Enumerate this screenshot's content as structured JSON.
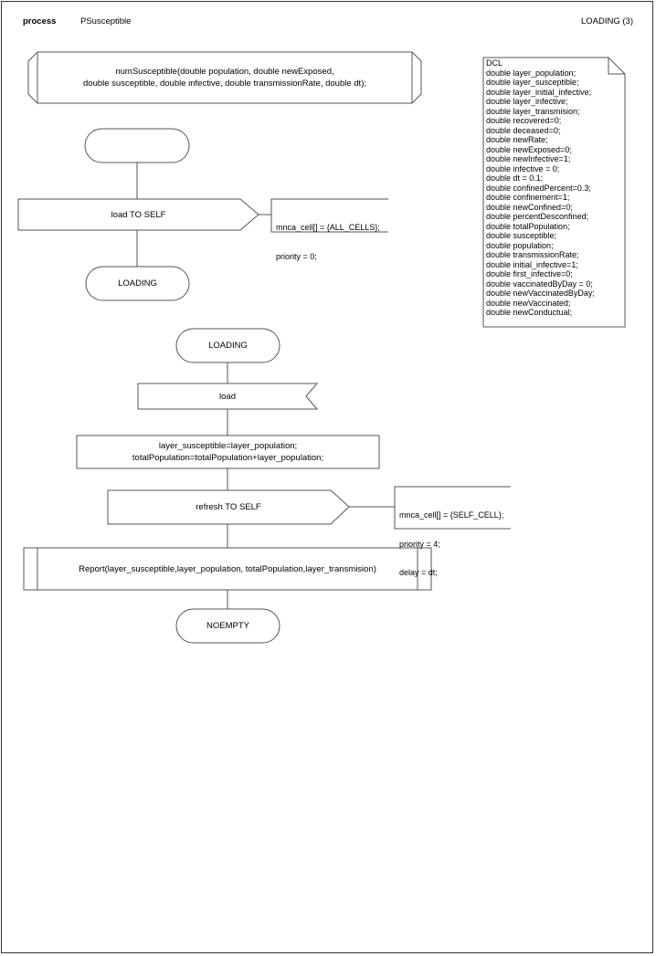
{
  "header": {
    "keyword": "process",
    "process_name": "PSusceptible",
    "page_label": "LOADING (3)"
  },
  "procedure_heading": {
    "line1": "numSusceptible(double population, double newExposed,",
    "line2": "double susceptible, double infective, double transmissionRate, double dt);"
  },
  "start_state": {
    "label": ""
  },
  "output_load": {
    "label": "load TO SELF"
  },
  "output_load_note": {
    "line1": "mnca_cell[] = {ALL_CELLS};",
    "line2": "priority = 0;"
  },
  "state_loading_1": {
    "label": "LOADING"
  },
  "state_loading_2": {
    "label": "LOADING"
  },
  "input_load": {
    "label": "load"
  },
  "task": {
    "line1": "layer_susceptible=layer_population;",
    "line2": "totalPopulation=totalPopulation+layer_population;"
  },
  "output_refresh": {
    "label": "refresh TO SELF"
  },
  "output_refresh_note": {
    "line1": "mnca_cell[] = {SELF_CELL};",
    "line2": "priority = 4;",
    "line3": "delay = dt;"
  },
  "procedure_call": {
    "label": "Report(layer_susceptible,layer_population, totalPopulation,layer_transmision)"
  },
  "state_noempty": {
    "label": "NOEMPTY"
  },
  "dcl": {
    "lines": [
      "DCL",
      "double layer_population;",
      "double layer_susceptible;",
      "double layer_initial_infective;",
      "double layer_infective;",
      "double layer_transmision;",
      "double recovered=0;",
      "double deceased=0;",
      "double newRate;",
      "double newExposed=0;",
      "double newInfective=1;",
      "double infective = 0;",
      "double dt = 0.1;",
      "double confinedPercent=0.3;",
      "double confinement=1;",
      "double newConfined=0;",
      "double percentDesconfined;",
      "double totalPopulation;",
      "double susceptible;",
      "double population;",
      "double transmissionRate;",
      "double initial_infective=1;",
      "double first_infective=0;",
      "double vaccinatedByDay = 0;",
      "double newVaccinatedByDay;",
      "double newVaccinated;",
      "double newConductual;"
    ]
  }
}
